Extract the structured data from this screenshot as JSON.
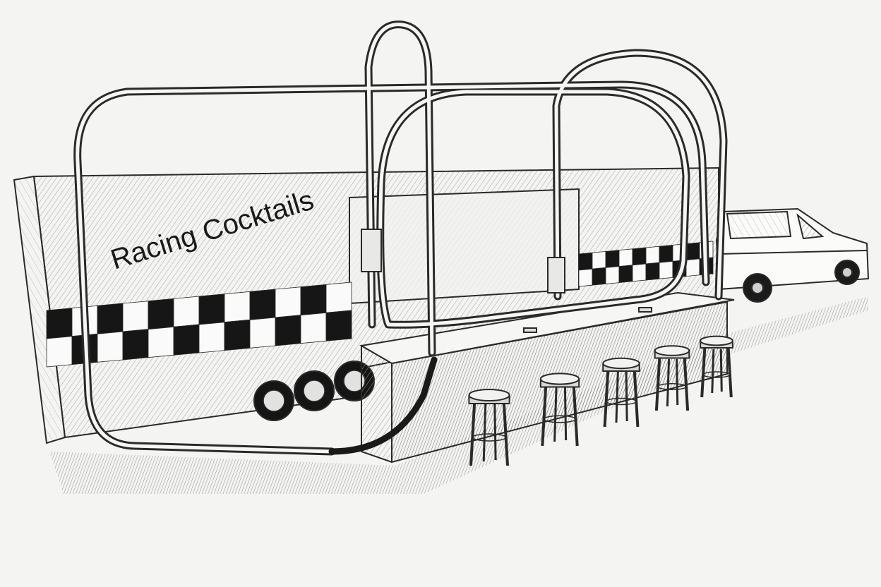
{
  "scene": {
    "trailer_sign": "Racing Cocktails",
    "bar_stool_count": 5,
    "trailer_wheel_count": 3,
    "colors": {
      "paper": "#f4f4f2",
      "pencil": "#2a2a2a",
      "shade": "#8a8a8a",
      "check_dark": "#161616",
      "check_light": "#fafafa"
    }
  }
}
